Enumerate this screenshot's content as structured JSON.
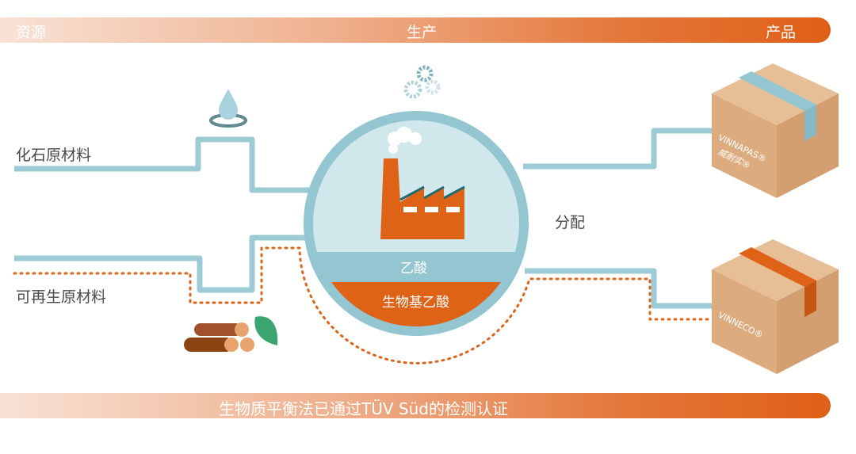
{
  "header_bar": {
    "left": "资源",
    "center": "生产",
    "right": "产品"
  },
  "inputs": {
    "fossil": "化石原材料",
    "renewable": "可再生原材料"
  },
  "process": {
    "acetic_acid": "乙酸",
    "bio_acetic_acid": "生物基乙酸"
  },
  "distribution_label": "分配",
  "products": {
    "vinnapas": "VINNAPAS®",
    "vinnapas_cn": "威耐实®",
    "vinneco": "VINNECO®"
  },
  "footer_bar": {
    "text": "生物质平衡法已通过TÜV Süd的检测认证"
  },
  "colors": {
    "pipe": "#9ccbd5",
    "orange": "#df6316",
    "box": "#dcab7e"
  }
}
